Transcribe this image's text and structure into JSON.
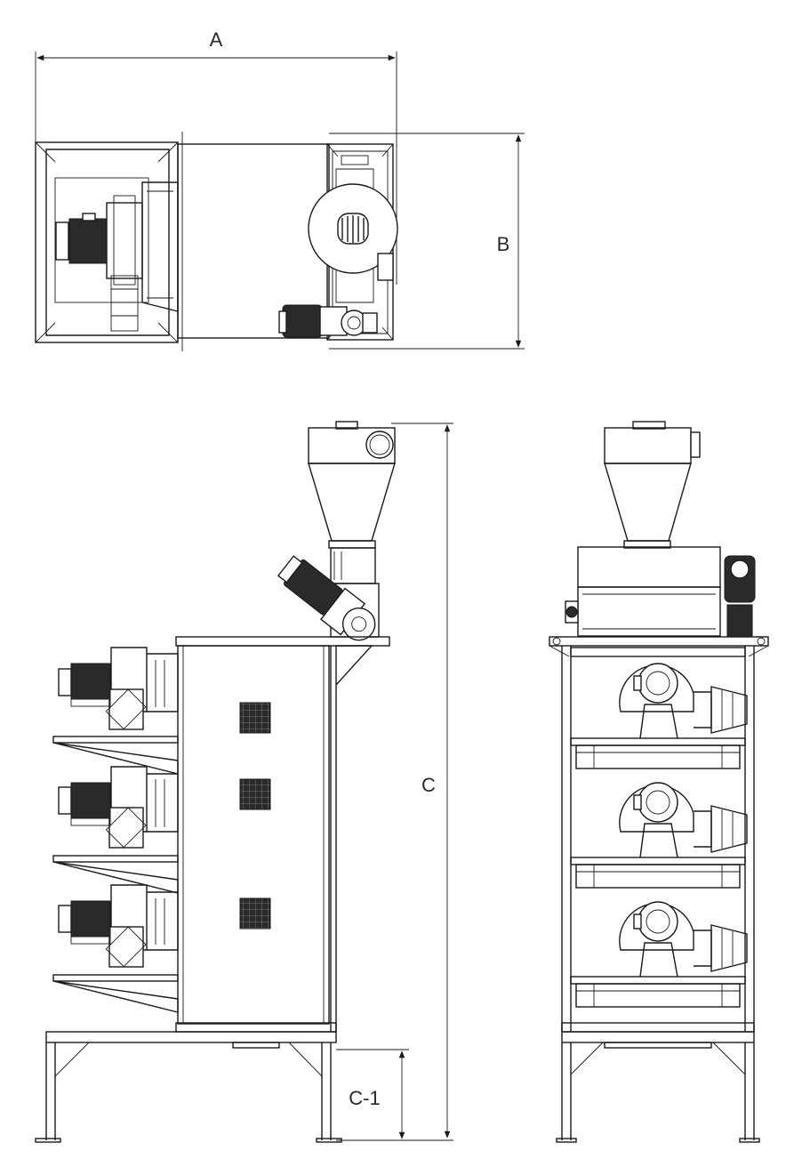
{
  "dimensions": {
    "a_label": "A",
    "b_label": "B",
    "c_label": "C",
    "c1_label": "C-1"
  }
}
